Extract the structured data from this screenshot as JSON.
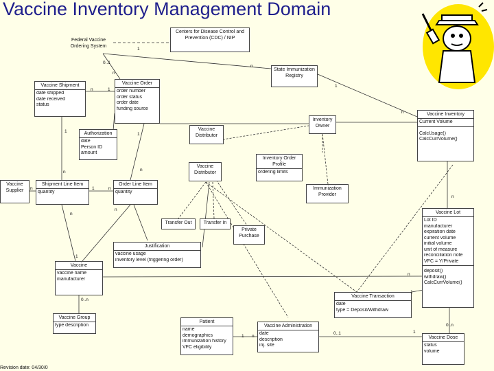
{
  "title": "Vaccine Inventory Management Domain",
  "footer": "Revision date: 04/30/0",
  "cartoon_icon": "detective-cartoon-icon",
  "colors": {
    "title": "#1e1e8c",
    "background": "#ffffe8",
    "cartoon_circle": "#ffe600"
  },
  "classes": {
    "federal": {
      "name_lines": [
        "Federal Vaccine",
        "Ordering System"
      ]
    },
    "cdc": {
      "name_lines": [
        "Centers for Disease Control and",
        "Prevention (CDC) / NIP"
      ]
    },
    "registry": {
      "name_lines": [
        "State Immunization",
        "Registry"
      ]
    },
    "shipment": {
      "name": "Vaccine Shipment",
      "attrs": [
        "date shipped",
        "date received",
        "status"
      ]
    },
    "order": {
      "name": "Vaccine Order",
      "attrs": [
        "order number",
        "order status",
        "order date",
        "funding source"
      ]
    },
    "authorization": {
      "name": "Authorization",
      "attrs": [
        "date",
        "Person ID",
        "amount"
      ]
    },
    "distributor1": {
      "name_lines": [
        "Vaccine",
        "Distributor"
      ]
    },
    "inv_owner": {
      "name_lines": [
        "Inventory",
        "Owner"
      ]
    },
    "vac_inventory": {
      "name": "Vaccine Inventory",
      "attrs": [
        "Current Volume"
      ],
      "ops": [
        "CalcUsage()",
        "CalcCurrVolume()"
      ]
    },
    "inv_order_profile": {
      "name_lines": [
        "Inventory Order",
        "Profile"
      ],
      "attrs": [
        "ordering limits"
      ]
    },
    "distributor2": {
      "name_lines": [
        "Vaccine",
        "Distributor"
      ]
    },
    "imm_provider": {
      "name_lines": [
        "Immunization",
        "Provider"
      ]
    },
    "supplier": {
      "name_lines": [
        "Vaccine",
        "Supplier"
      ]
    },
    "ship_line": {
      "name": "Shipment Line Item",
      "attrs": [
        "quantity"
      ]
    },
    "order_line": {
      "name": "Order Line Item",
      "attrs": [
        "quantity"
      ]
    },
    "transfer_out": {
      "name": "Transfer Out"
    },
    "transfer_in": {
      "name": "Transfer In"
    },
    "private_purchase": {
      "name_lines": [
        "Private",
        "Purchase"
      ]
    },
    "justification": {
      "name": "Justification",
      "attrs": [
        "vaccine usage",
        "inventory level (triggering order)"
      ]
    },
    "vaccine": {
      "name": "Vaccine",
      "attrs": [
        "vaccine name",
        "manufacturer"
      ]
    },
    "vaccine_lot": {
      "name": "Vaccine Lot",
      "attrs": [
        "Lot ID",
        "manufacturer",
        "expiration date",
        "current volume",
        "initial volume",
        "unit of measure",
        "reconciliation note",
        "VFC = Y/Private"
      ],
      "ops": [
        "deposit()",
        "withdraw()",
        "CalcCurrVolume()"
      ]
    },
    "vaccine_group": {
      "name": "Vaccine Group",
      "attrs": [
        "type description"
      ]
    },
    "vaccine_transaction": {
      "name": "Vaccine Transaction",
      "attrs": [
        "date",
        "type = Deposit/Withdraw"
      ]
    },
    "patient": {
      "name": "Patient",
      "attrs": [
        "name",
        "demographics",
        "immunization history",
        "VFC eligibility"
      ]
    },
    "vaccine_admin": {
      "name": "Vaccine Administration",
      "attrs": [
        "date",
        "description",
        "inj. site"
      ]
    },
    "vaccine_dose": {
      "name": "Vaccine Dose",
      "attrs": [
        "status",
        "volume"
      ]
    }
  },
  "multiplicities": [
    {
      "id": "m1",
      "text": "1"
    },
    {
      "id": "m2",
      "text": "0..1"
    },
    {
      "id": "m3",
      "text": "n"
    },
    {
      "id": "m4",
      "text": "n"
    },
    {
      "id": "m5",
      "text": "1"
    },
    {
      "id": "m6",
      "text": "1"
    },
    {
      "id": "m7",
      "text": "1"
    },
    {
      "id": "m8",
      "text": "n"
    },
    {
      "id": "m9",
      "text": "n"
    },
    {
      "id": "m10",
      "text": "1"
    },
    {
      "id": "m11",
      "text": "n"
    },
    {
      "id": "m12",
      "text": "n"
    },
    {
      "id": "m13",
      "text": "1"
    },
    {
      "id": "m14",
      "text": "n"
    },
    {
      "id": "m15",
      "text": "n"
    },
    {
      "id": "m16",
      "text": "n"
    },
    {
      "id": "m17",
      "text": "1"
    },
    {
      "id": "m18",
      "text": "n"
    },
    {
      "id": "m19",
      "text": "n"
    },
    {
      "id": "m20",
      "text": "0..n"
    },
    {
      "id": "m21",
      "text": "n"
    },
    {
      "id": "m22",
      "text": "1"
    },
    {
      "id": "m23",
      "text": "1"
    },
    {
      "id": "m24",
      "text": "n"
    },
    {
      "id": "m25",
      "text": "0..1"
    },
    {
      "id": "m26",
      "text": "1"
    },
    {
      "id": "m27",
      "text": "0..n"
    }
  ]
}
